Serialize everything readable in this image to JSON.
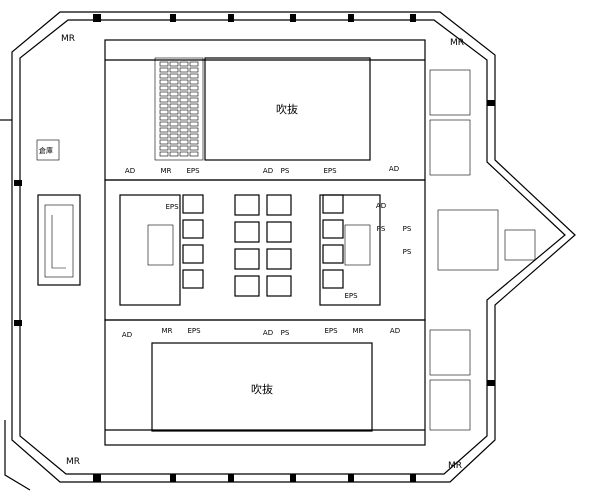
{
  "rooms": {
    "mr": "MR",
    "ad": "AD",
    "eps": "EPS",
    "ps": "PS",
    "storage": "倉庫",
    "atrium": "吹抜"
  }
}
